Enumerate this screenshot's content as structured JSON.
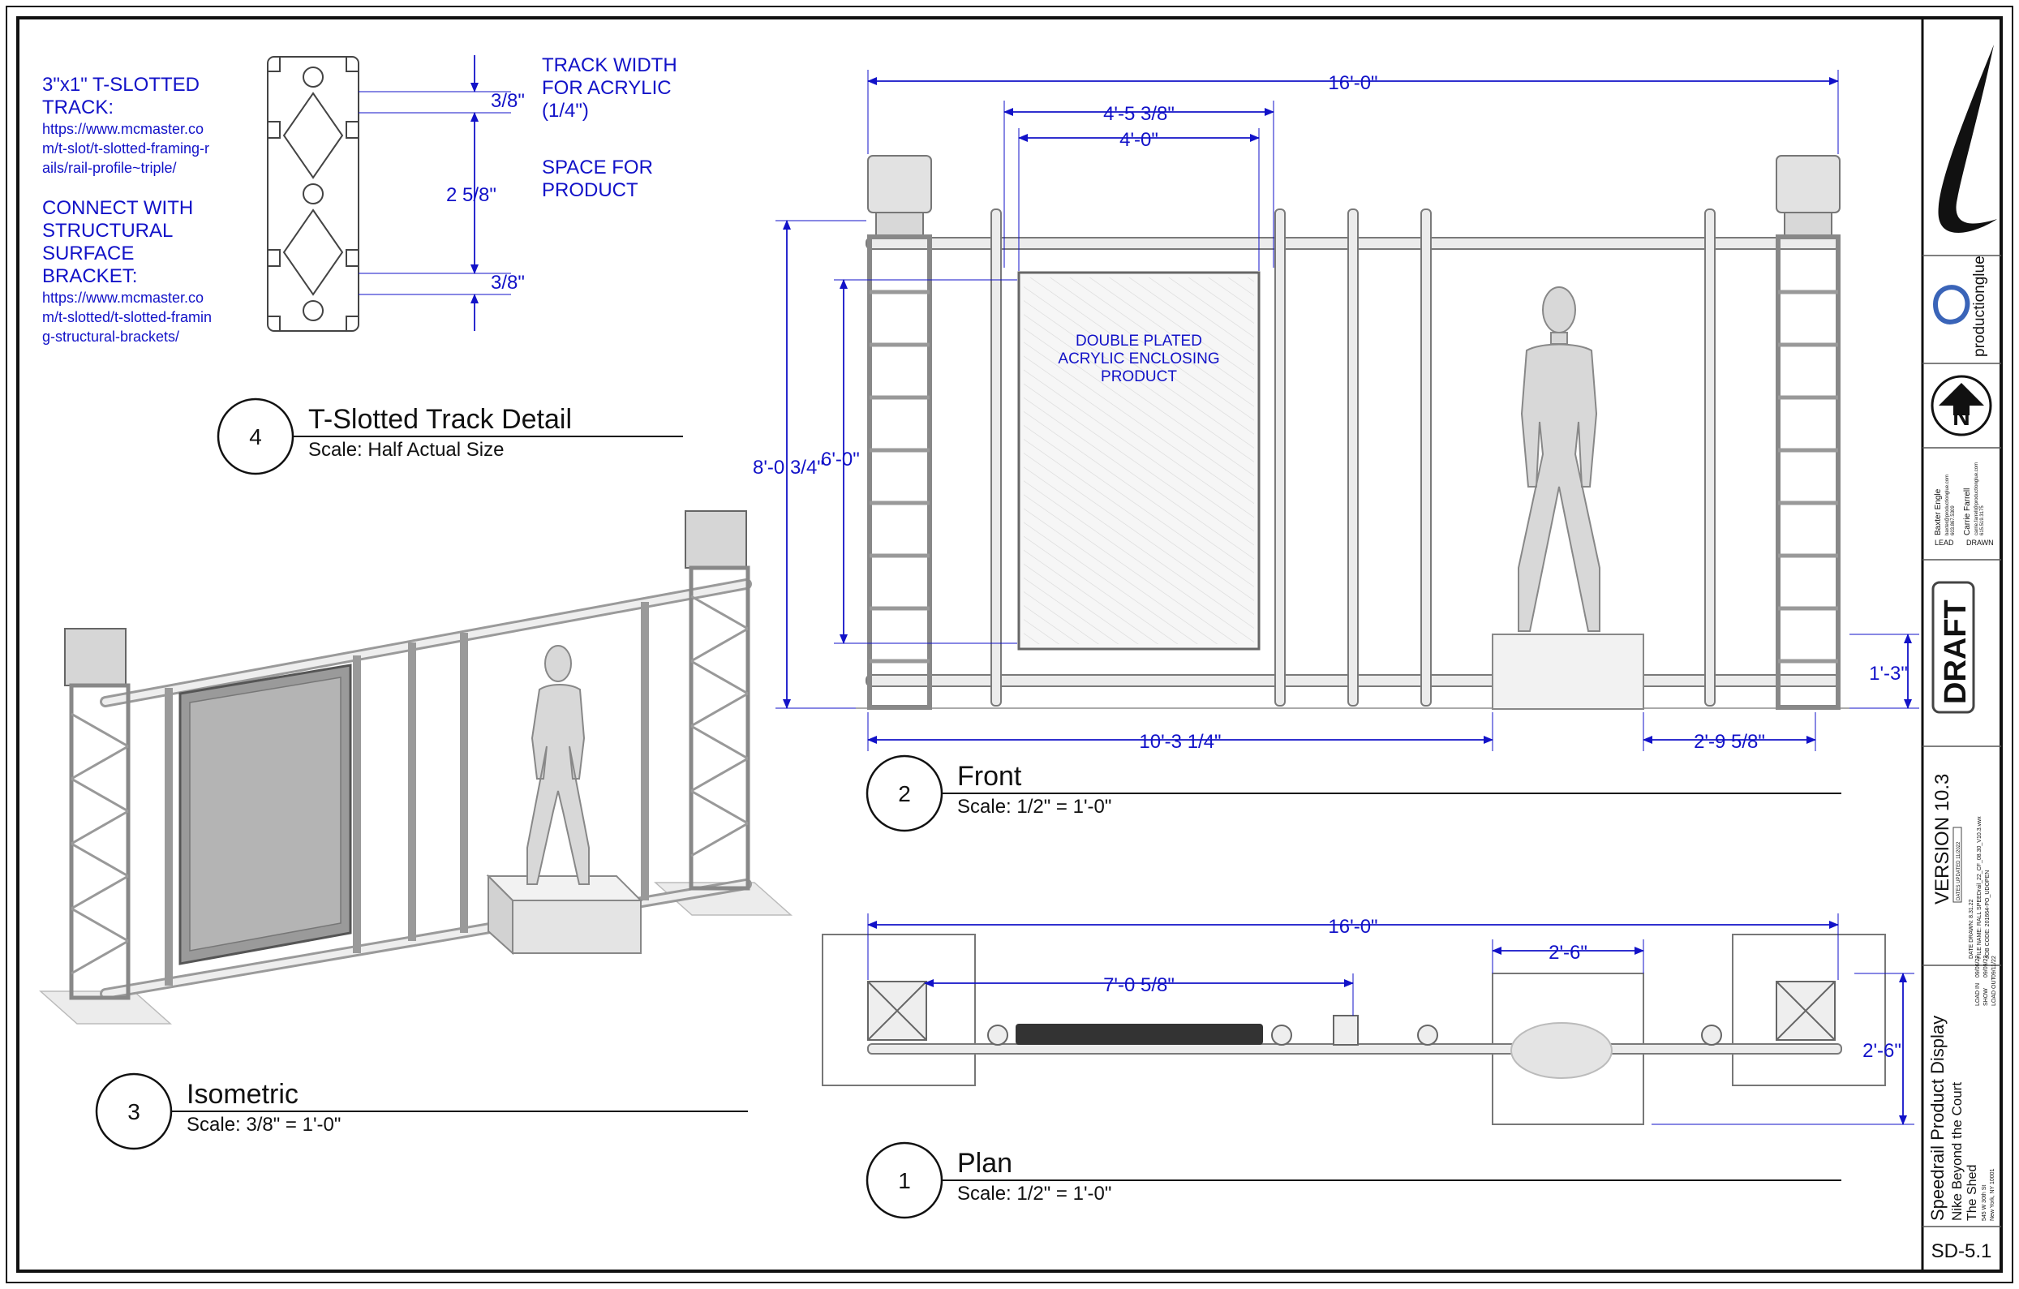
{
  "sheet_number": "SD-5.1",
  "title_block": {
    "stamp": "DRAFT",
    "version": "VERSION 10.3",
    "version_sub": "DATES UPDATED 11/2022",
    "date_drawn": "DATE DRAWN: 8.31.22",
    "file_name": "FILE NAME: RALL SPEEDrail_22_CF_08.30_V10.3.vwx",
    "job_code": "JOB CODE: 201664-PO_UDOPEN",
    "load_in_label": "LOAD IN",
    "load_in_date": "09/06/22",
    "show_label": "SHOW",
    "show_date": "09/09/22",
    "load_out_label": "LOAD OUT",
    "load_out_date": "09/11/22",
    "lead_name": "Baxter Engle",
    "lead_email": "baxter@productionglue.com",
    "lead_phone": "603.867.5309",
    "drawn_name": "Carrie Farrell",
    "drawn_email": "carrie.farrell@productionglue.com",
    "drawn_phone": "615.519.3175",
    "lead_label": "LEAD",
    "drawn_label": "DRAWN",
    "project_title": "Speedrail Product Display",
    "client": "Nike Beyond the Court",
    "venue": "The Shed",
    "address1": "545 W 30th St",
    "address2": "New York, NY 10001",
    "company": "productionglue",
    "north": "N"
  },
  "detail4": {
    "number": "4",
    "title": "T-Slotted Track Detail",
    "scale": "Scale: Half Actual Size",
    "track_title_1": "3\"x1\" T-SLOTTED",
    "track_title_2": "TRACK:",
    "track_url_1": "https://www.mcmaster.co",
    "track_url_2": "m/t-slot/t-slotted-framing-r",
    "track_url_3": "ails/rail-profile~triple/",
    "connect_1": "CONNECT WITH",
    "connect_2": "STRUCTURAL",
    "connect_3": "SURFACE",
    "connect_4": "BRACKET:",
    "bracket_url_1": "https://www.mcmaster.co",
    "bracket_url_2": "m/t-slotted/t-slotted-framin",
    "bracket_url_3": "g-structural-brackets/",
    "width_note_1": "TRACK WIDTH",
    "width_note_2": "FOR ACRYLIC",
    "width_note_3": "(1/4\")",
    "space_note_1": "SPACE FOR",
    "space_note_2": "PRODUCT",
    "dim_top": "3/8\"",
    "dim_mid": "2 5/8\"",
    "dim_bot": "3/8\""
  },
  "detail3": {
    "number": "3",
    "title": "Isometric",
    "scale": "Scale: 3/8\" = 1'-0\""
  },
  "detail2": {
    "number": "2",
    "title": "Front",
    "scale": "Scale: 1/2\" = 1'-0\"",
    "dim_overall": "16'-0\"",
    "dim_frame_outer": "4'-5 3/8\"",
    "dim_frame_inner": "4'-0\"",
    "dim_height_total": "8'-0 3/4\"",
    "dim_height_acrylic": "6'-0\"",
    "dim_to_plinth": "10'-3 1/4\"",
    "dim_plinth_to_end": "2'-9 5/8\"",
    "dim_plinth_height": "1'-3\"",
    "acrylic_note_1": "DOUBLE PLATED",
    "acrylic_note_2": "ACRYLIC ENCLOSING",
    "acrylic_note_3": "PRODUCT"
  },
  "detail1": {
    "number": "1",
    "title": "Plan",
    "scale": "Scale: 1/2\" = 1'-0\"",
    "dim_overall": "16'-0\"",
    "dim_acrylic": "7'-0 5/8\"",
    "dim_plinth_width": "2'-6\"",
    "dim_plinth_depth": "2'-6\""
  }
}
